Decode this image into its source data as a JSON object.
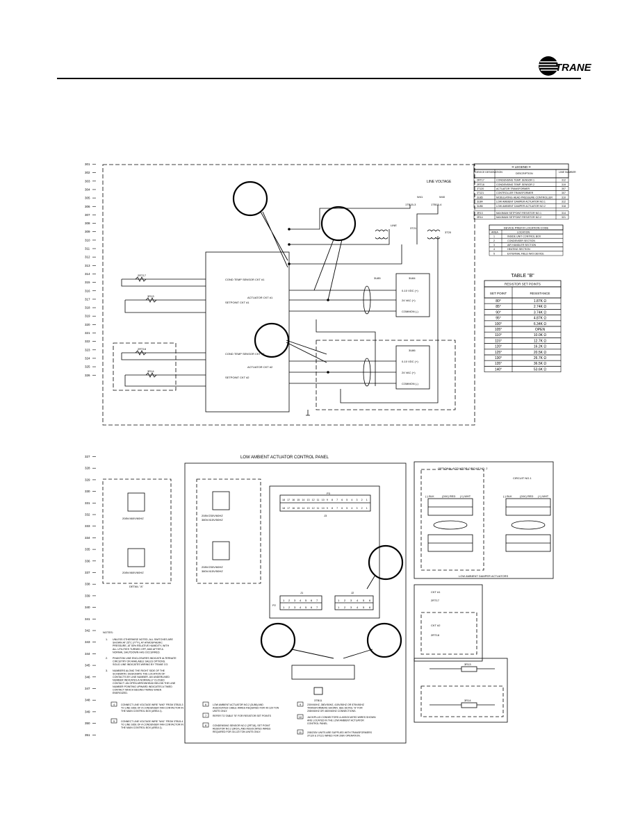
{
  "brand": {
    "name": "TRANE"
  },
  "colors": {
    "ink": "#000000",
    "paper": "#ffffff"
  },
  "line_numbers_top": [
    "301",
    "302",
    "303",
    "304",
    "305",
    "306",
    "307",
    "308",
    "309",
    "310",
    "311",
    "312",
    "313",
    "314",
    "315",
    "316",
    "317",
    "318",
    "319",
    "320",
    "321",
    "322",
    "323",
    "324",
    "325",
    "326"
  ],
  "line_numbers_bottom": [
    "327",
    "328",
    "329",
    "330",
    "331",
    "332",
    "333",
    "334",
    "335",
    "336",
    "337",
    "338",
    "339",
    "340",
    "341",
    "342",
    "343",
    "344",
    "345",
    "346",
    "347",
    "348",
    "349",
    "350",
    "351"
  ],
  "legend": {
    "title": "LEGEND",
    "headers": [
      "DEVICE DESIGNATION",
      "DESCRIPTION",
      "LINE NUMBER"
    ],
    "rows": [
      [
        "2RT17",
        "CONDENSING TEMP. SENSOR 1",
        "312"
      ],
      [
        "2RT18",
        "CONDENSING TEMP. SENSOR 2",
        "319"
      ],
      [
        "3T120",
        "ACTUATOR TRANSFORMER",
        "307"
      ],
      [
        "3T121",
        "CONTROLLER TRANSFORMER",
        "307"
      ],
      [
        "3U85",
        "MODULATING HEAD PRESSURE CONTROLLER",
        "310"
      ],
      [
        "3U84",
        "LOW AMBIENT DAMPER ACTUATOR NO.1",
        "312"
      ],
      [
        "3U86",
        "LOW AMBIENT DAMPER ACTUATOR NO.2",
        "318"
      ],
      [
        "3R13",
        "MAXIMUM SETPOINT RESISTOR NO.1",
        "314"
      ],
      [
        "3R14",
        "MAXIMUM SETPOINT RESISTOR NO.2",
        "321"
      ]
    ]
  },
  "prefix_table": {
    "title": "DEVICE PREFIX LOCATION CODE",
    "headers": [
      "AREA",
      "LOCATION"
    ],
    "rows": [
      [
        "1",
        "INSIDE UNIT CONTROL BOX"
      ],
      [
        "2",
        "CONDENSER SECTION"
      ],
      [
        "3",
        "AIR HANDLER SECTION"
      ],
      [
        "4",
        "HEATING SECTION"
      ],
      [
        "5",
        "EXTERNAL FIELD W/O DEVICE"
      ]
    ]
  },
  "table_b": {
    "title": "TABLE \"B\"",
    "subtitle": "RESISTOR SET POINTS",
    "headers": [
      "SET POINT",
      "RESISTANCE"
    ],
    "rows": [
      [
        "80°",
        "1.87K Ω"
      ],
      [
        "85°",
        "2.74K Ω"
      ],
      [
        "90°",
        "3.74K Ω"
      ],
      [
        "95°",
        "4.87K Ω"
      ],
      [
        "100°",
        "6.34K Ω"
      ],
      [
        "105°",
        "OPEN"
      ],
      [
        "110°",
        "10.0K Ω"
      ],
      [
        "115°",
        "12.7K Ω"
      ],
      [
        "120°",
        "16.2K Ω"
      ],
      [
        "125°",
        "20.5K Ω"
      ],
      [
        "130°",
        "26.7K Ω"
      ],
      [
        "135°",
        "36.5K Ω"
      ],
      [
        "140°",
        "53.6K Ω"
      ]
    ]
  },
  "top_schematic": {
    "line_voltage": "LINE VOLTAGE",
    "wire_labels": [
      "W40",
      "W41",
      "1TB15-3",
      "1TB15-4",
      "3T21",
      "3T20",
      "LINE"
    ],
    "cond_temp_1": "COND TEMP SENSOR CKT #1",
    "setpoint_1": "SETPOINT CKT #1",
    "cond_temp_2": "COND TEMP SENSOR CKT #2",
    "setpoint_2": "SETPOINT CKT #2",
    "actuator_1": "ACTUATOR CKT #1",
    "actuator_2": "ACTUATOR CKT #2",
    "act_terms": [
      "0-10 VDC (+)",
      "24 VAC (+)",
      "COMMON (-)"
    ],
    "devices": [
      "2RT17",
      "3R13",
      "2RT18",
      "3R14",
      "3U84",
      "3U86",
      "3U85"
    ]
  },
  "bottom": {
    "panel_title": "LOW AMBIENT ACTUATOR CONTROL PANEL",
    "detail_label": "DETAIL \"A\"",
    "volt_a": "208V/460V/60HZ",
    "volt_b": "208V/230V/60HZ",
    "volt_c": "380V/415V/50HZ",
    "j3": "J3",
    "j1": "J1",
    "j2": "J2",
    "p3": "P3",
    "p2": "P2",
    "pins_top": [
      "18",
      "17",
      "16",
      "15",
      "14",
      "13",
      "12",
      "11",
      "10",
      "9",
      "8",
      "7",
      "6",
      "5",
      "4",
      "3",
      "2",
      "1"
    ],
    "pins_j1": [
      "1",
      "2",
      "3",
      "4",
      "5",
      "6",
      "7"
    ],
    "pins_j2": [
      "1",
      "2",
      "3",
      "4",
      "5",
      "6"
    ],
    "tb": "3TB11",
    "opt_circuit": "OPTIONAL ACTUATOR CIRCUIT NO. 2",
    "circuit1": "CIRCUIT NO.1",
    "damper_label": "LOW AMBIENT DAMPER ACTUATORS",
    "act_cols": [
      "(-) BLK",
      "(24V) RED",
      "(+) WHT"
    ],
    "ckt1": "CKT #1",
    "ckt2": "CKT #2",
    "sensors": [
      "2RT17",
      "2RT18"
    ],
    "resistors": [
      "3R13",
      "3R14"
    ]
  },
  "notes": {
    "heading": "NOTES:",
    "items": [
      {
        "n": "1.",
        "text": "UNLESS OTHERWISE NOTED, ALL SWITCHES ARE SHOWN AT 25°C (77°F), AT ATMOSPHERIC PRESSURE, AT 50% RELATIVE HUMIDITY, WITH ALL UTILITIES TURNED OFF, AND AFTER A NORMAL SHUTDOWN HAS OCCURRED."
      },
      {
        "n": "2.",
        "text": "PHANTOM LINE ENCLOSURES INDICATE ALTERNATE CIRCUITRY OR AVAILABLE SALES OPTIONS. SOLID LINE INDICATES WIRING BY TRANE CO."
      },
      {
        "n": "3.",
        "text": "NUMBERS ALONG THE RIGHT SIDE OF THE SCHEMATIC DESIGNATE THE LOCATION OF CONTACTS BY LINE NUMBER. AN UNDERLINED NUMBER INDICATES A NORMALLY CLOSED CONTACT. AN OPEN ARROWHEAD BELOW THE LINE NUMBER POINTING UPWARD INDICATES A TIMED CONTACT WHICH BEGINS TIMING WHEN ENERGIZED."
      }
    ],
    "callouts": [
      {
        "n": "4",
        "text": "CONNECT LINE VOLTAGE WIRE \"W40\" FROM 3TB15-3 TO LINE SIDE OF A CONDENSER FAN CONTACTOR IN THE MAIN CONTROL BOX (AREA 1)."
      },
      {
        "n": "5",
        "text": "CONNECT LINE VOLTAGE WIRE \"W41\" FROM 3TB15-4 TO LINE SIDE OF A CONDENSER FAN CONTACTOR IN THE MAIN CONTROL BOX (AREA 1)."
      },
      {
        "n": "6",
        "text": "LOW AMBIENT ACTUATOR NO.2 (3U86) AND ASSOCIATED CABLE WIRES REQUIRED FOR 40-120 TON UNITS ONLY."
      },
      {
        "n": "7",
        "text": "REFER TO TABLE \"B\" FOR RESISTOR SET POINTS"
      },
      {
        "n": "8",
        "text": "CONDENSING SENSOR NO.2 (2RT18), SET POINT RESISTOR NO.2 (3R14), AND ASSOCIATED WIRES REQUIRED FOR 40-120 TON UNITS ONLY."
      },
      {
        "n": "9",
        "text": "230V/60HZ, 380V/50HZ, 415V/50HZ OR 575V/60HZ TRANSFORMERS SHOWN. SEE DETAIL \"A\" FOR 208V/60HZ OR 460V/60HZ CONNECTIONS."
      },
      {
        "n": "10",
        "text": "JACK/PLUG CONNECTORS & ASSOCIATED WIRES SHOWN ARE LOCATED IN THE LOW AMBIENT ACTUATOR CONTROL PANEL."
      },
      {
        "n": "11",
        "text": "208/230V UNITS ARE SUPPLIED WITH TRANSFORMERS 3T120 & 3T121 WIRED FOR 208V OPERATION."
      }
    ]
  }
}
